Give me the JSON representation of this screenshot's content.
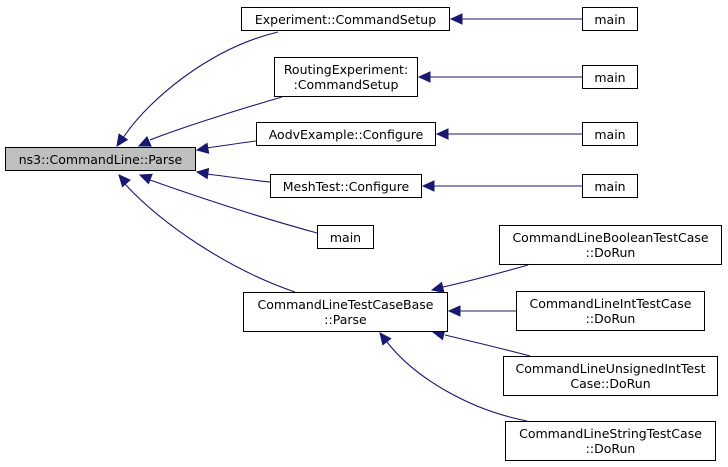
{
  "diagram": {
    "edge_color": "#191970",
    "root_fill": "#bfbfbf",
    "nodes": {
      "root": {
        "line1": "ns3::CommandLine::Parse",
        "line2": ""
      },
      "exp_setup": {
        "line1": "Experiment::CommandSetup",
        "line2": ""
      },
      "routing_setup": {
        "line1": "RoutingExperiment:",
        "line2": ":CommandSetup"
      },
      "aodv_configure": {
        "line1": "AodvExample::Configure",
        "line2": ""
      },
      "mesh_configure": {
        "line1": "MeshTest::Configure",
        "line2": ""
      },
      "main_direct": {
        "line1": "main",
        "line2": ""
      },
      "testcase_parse": {
        "line1": "CommandLineTestCaseBase",
        "line2": "::Parse"
      },
      "main_exp": {
        "line1": "main",
        "line2": ""
      },
      "main_routing": {
        "line1": "main",
        "line2": ""
      },
      "main_aodv": {
        "line1": "main",
        "line2": ""
      },
      "main_mesh": {
        "line1": "main",
        "line2": ""
      },
      "bool_dorun": {
        "line1": "CommandLineBooleanTestCase",
        "line2": "::DoRun"
      },
      "int_dorun": {
        "line1": "CommandLineIntTestCase",
        "line2": "::DoRun"
      },
      "uint_dorun": {
        "line1": "CommandLineUnsignedIntTest",
        "line2": "Case::DoRun"
      },
      "string_dorun": {
        "line1": "CommandLineStringTestCase",
        "line2": "::DoRun"
      }
    },
    "edges": [
      {
        "from": "exp_setup",
        "to": "root"
      },
      {
        "from": "routing_setup",
        "to": "root"
      },
      {
        "from": "aodv_configure",
        "to": "root"
      },
      {
        "from": "mesh_configure",
        "to": "root"
      },
      {
        "from": "main_direct",
        "to": "root"
      },
      {
        "from": "testcase_parse",
        "to": "root"
      },
      {
        "from": "main_exp",
        "to": "exp_setup"
      },
      {
        "from": "main_routing",
        "to": "routing_setup"
      },
      {
        "from": "main_aodv",
        "to": "aodv_configure"
      },
      {
        "from": "main_mesh",
        "to": "mesh_configure"
      },
      {
        "from": "bool_dorun",
        "to": "testcase_parse"
      },
      {
        "from": "int_dorun",
        "to": "testcase_parse"
      },
      {
        "from": "uint_dorun",
        "to": "testcase_parse"
      },
      {
        "from": "string_dorun",
        "to": "testcase_parse"
      }
    ]
  }
}
